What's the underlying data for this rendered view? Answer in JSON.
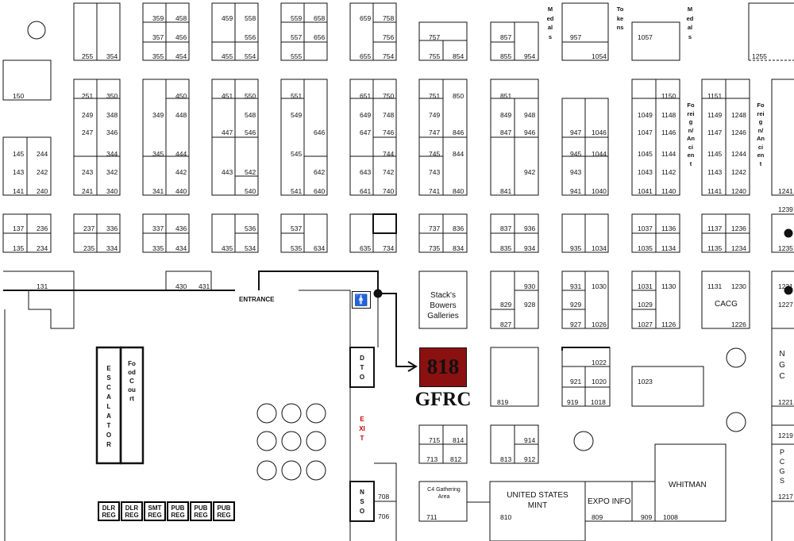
{
  "colors": {
    "highlight_booth": "#8b1010",
    "exit_text": "#c00000",
    "lines": "#111111"
  },
  "booths": [
    "255",
    "354",
    "359",
    "458",
    "357",
    "456",
    "355",
    "454",
    "459",
    "558",
    "556",
    "455",
    "554",
    "559",
    "658",
    "557",
    "656",
    "555",
    "659",
    "758",
    "756",
    "655",
    "754",
    "757",
    "755",
    "854",
    "857",
    "855",
    "954",
    "957",
    "1054",
    "1057",
    "1255",
    "150",
    "251",
    "350",
    "249",
    "348",
    "247",
    "346",
    "344",
    "243",
    "342",
    "241",
    "340",
    "450",
    "349",
    "448",
    "345",
    "444",
    "442",
    "341",
    "440",
    "451",
    "550",
    "548",
    "447",
    "546",
    "443",
    "542",
    "540",
    "551",
    "549",
    "646",
    "545",
    "642",
    "541",
    "640",
    "651",
    "750",
    "649",
    "748",
    "647",
    "746",
    "744",
    "643",
    "742",
    "641",
    "740",
    "751",
    "850",
    "749",
    "747",
    "846",
    "745",
    "844",
    "743",
    "741",
    "840",
    "851",
    "849",
    "948",
    "847",
    "946",
    "942",
    "841",
    "947",
    "1046",
    "945",
    "1044",
    "943",
    "941",
    "1040",
    "1150",
    "1049",
    "1148",
    "1047",
    "1146",
    "1045",
    "1144",
    "1043",
    "1142",
    "1041",
    "1140",
    "1151",
    "1149",
    "1248",
    "1147",
    "1246",
    "1145",
    "1244",
    "1143",
    "1242",
    "1141",
    "1240",
    "1241",
    "145",
    "244",
    "143",
    "242",
    "141",
    "240",
    "137",
    "236",
    "135",
    "234",
    "237",
    "336",
    "235",
    "334",
    "337",
    "436",
    "335",
    "434",
    "536",
    "435",
    "534",
    "537",
    "535",
    "634",
    "635",
    "734",
    "737",
    "836",
    "735",
    "834",
    "837",
    "936",
    "835",
    "934",
    "935",
    "1034",
    "1037",
    "1136",
    "1035",
    "1134",
    "1137",
    "1236",
    "1135",
    "1234",
    "1239",
    "1235",
    "131",
    "430",
    "431",
    "930",
    "829",
    "928",
    "827",
    "931",
    "1030",
    "929",
    "927",
    "1026",
    "1031",
    "1130",
    "1029",
    "1027",
    "1126",
    "1131",
    "1230",
    "1226",
    "1231",
    "1227",
    "1022",
    "921",
    "1020",
    "919",
    "1018",
    "1023",
    "819",
    "1221",
    "1219",
    "715",
    "814",
    "713",
    "812",
    "914",
    "813",
    "912",
    "708",
    "706",
    "1217",
    "711",
    "810",
    "809",
    "909",
    "1008"
  ],
  "labels": {
    "booth_818": "818",
    "gfrc": "GFRC",
    "entrance": "ENTRANCE",
    "exit": "EXIT",
    "stacks": "Stack's Bowers Galleries",
    "cacg": "CACG",
    "ngc": "NGC",
    "pcgs": "PCGS",
    "whitman": "WHITMAN",
    "us_mint": "UNITED STATES MINT",
    "expo_info": "EXPO INFO",
    "c4": "C4 Gathering Area",
    "dto": "DTO",
    "nso": "NSO",
    "escalator": "ESCALATOR",
    "food_court": "Food Court",
    "medals": "Medals",
    "tokens": "Tokens",
    "foreign_ancient": "Foreign/Ancient",
    "reg_desks": [
      "DLR REG",
      "DLR REG",
      "SMT REG",
      "PUB REG",
      "PUB REG",
      "PUB REG"
    ]
  },
  "icons": [
    "restroom-icon",
    "table-circle-icon",
    "arrow-icon"
  ]
}
